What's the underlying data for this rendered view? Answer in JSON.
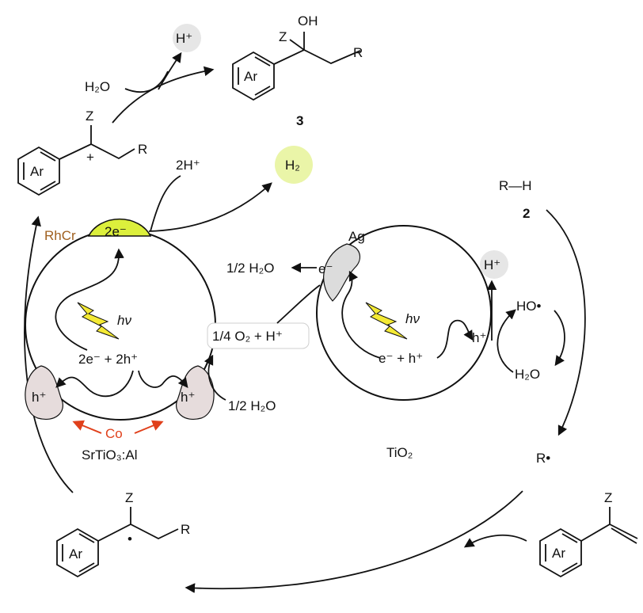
{
  "colors": {
    "rhcr_dot": "#dcef3c",
    "rhcr_text": "#a0601f",
    "h2_dot": "#eaf5a8",
    "hplus_dot": "#e6e6e6",
    "hole_blob": "#e6dcdc",
    "ag_blob": "#dcdcdc",
    "co": "#e0401b",
    "bolt": "#f4ea35"
  },
  "icons": [
    "lightning-bolt-icon",
    "benzene-ring-icon"
  ],
  "labels": {
    "top_hplus": "H⁺",
    "h2o_top": "H₂O",
    "product_z": "Z",
    "product_oh": "OH",
    "product_r": "R",
    "product_ar": "Ar",
    "product_number": "3",
    "cation_z": "Z",
    "cation_plus": "+",
    "cation_r": "R",
    "cation_ar": "Ar",
    "two_hplus": "2H⁺",
    "h2": "H₂",
    "rhcr": "RhCr",
    "two_e": "2e⁻",
    "hv_left": "hν",
    "charge_sep_left": "2e⁻ + 2h⁺",
    "hole_left": "h⁺",
    "hole_right": "h⁺",
    "co": "Co",
    "srtio3": "SrTiO₃:Al",
    "half_h2o_top": "1/2 H₂O",
    "quarter_o2": "1/4 O₂ + H⁺",
    "half_h2o_bottom": "1/2 H₂O",
    "ag": "Ag",
    "e_minus_ag": "e⁻",
    "hv_right": "hν",
    "charge_sep_right": "e⁻ + h⁺",
    "hole_tio2": "h⁺",
    "tio2": "TiO₂",
    "hplus_right": "H⁺",
    "ho_radical": "HO•",
    "h2o_right": "H₂O",
    "rh": "R—H",
    "rh_number": "2",
    "r_radical": "R•",
    "radical_z": "Z",
    "radical_dot": "•",
    "radical_r": "R",
    "radical_ar": "Ar",
    "alkene_z": "Z",
    "alkene_ar": "Ar"
  }
}
